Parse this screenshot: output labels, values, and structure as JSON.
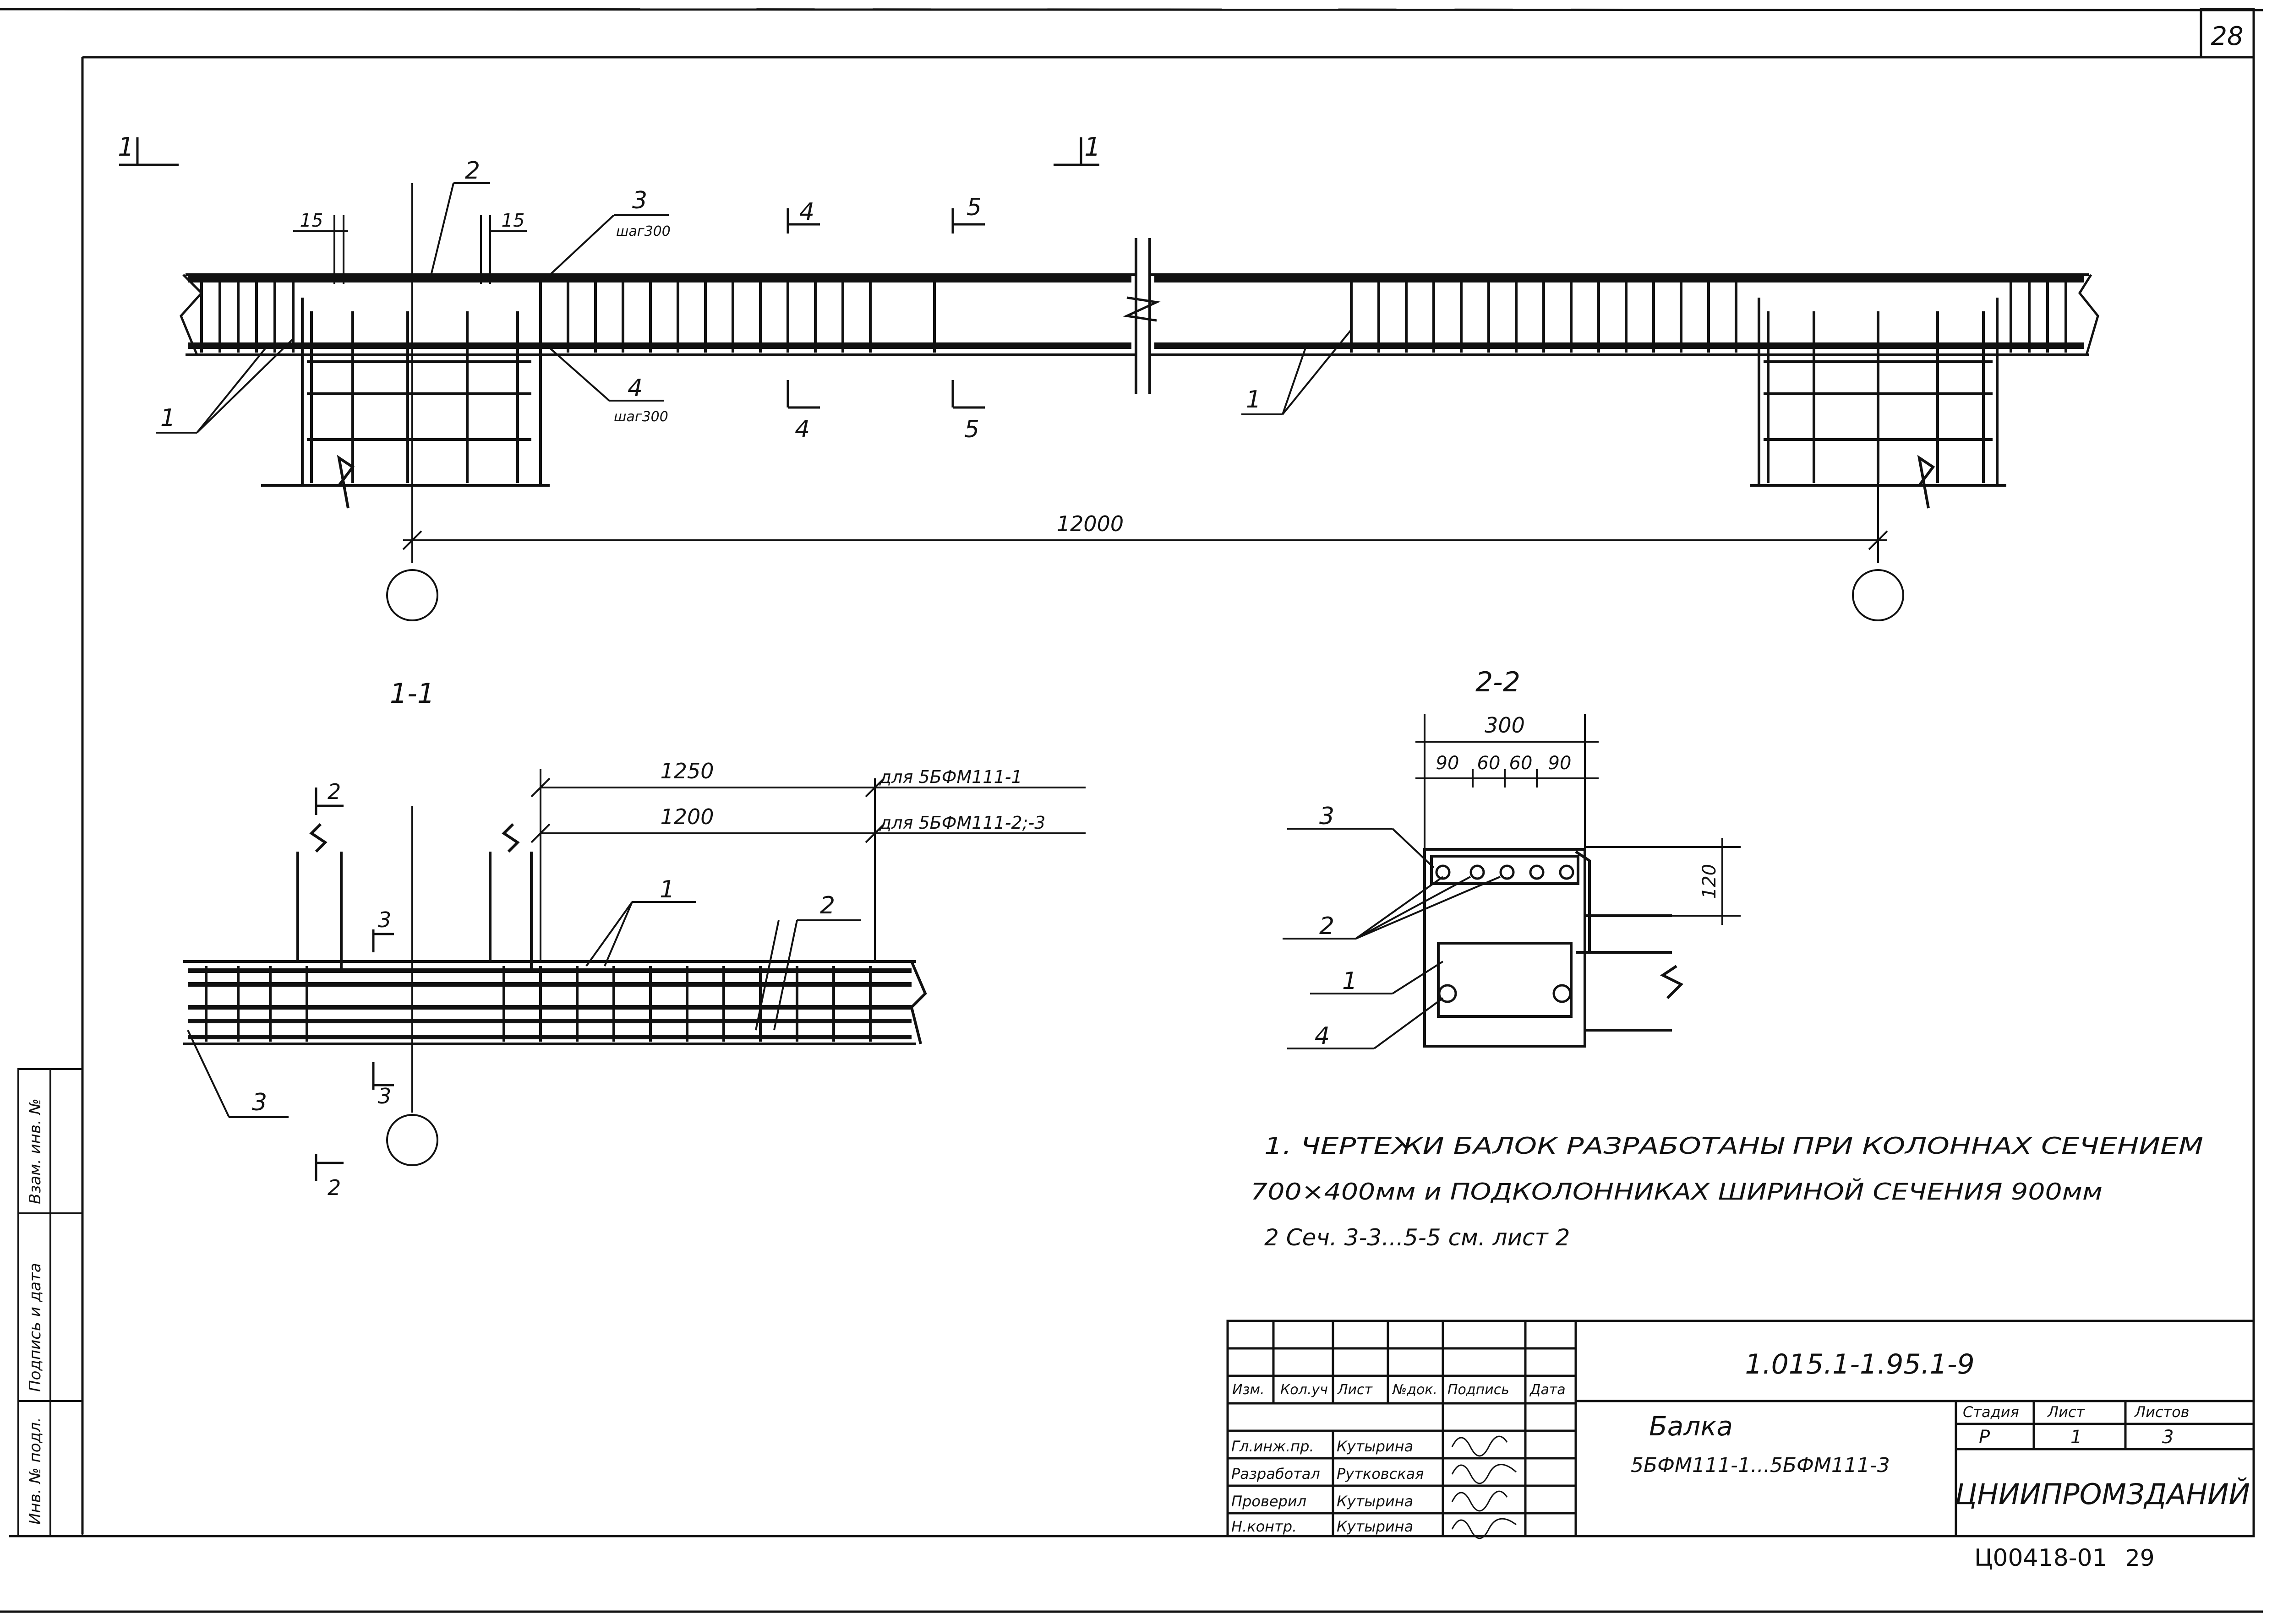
{
  "sheet": {
    "page_number": "28",
    "document_code": "1.015.1-1.95.1-9",
    "archive_code": "Ц00418-01",
    "archive_page": "29"
  },
  "elevation": {
    "section_marks": {
      "left": "1",
      "right": "1"
    },
    "callouts": {
      "c1_left": "1",
      "c1_right": "1",
      "c2": "2",
      "c3": "3",
      "c3_step": "шаг300",
      "c4": "4",
      "c4_step": "шаг300"
    },
    "cut_marks": {
      "cut4_top": "4",
      "cut4_bottom": "4",
      "cut5_top": "5",
      "cut5_bottom": "5"
    },
    "dims": {
      "d15_left": "15",
      "d15_right": "15",
      "span": "12000"
    }
  },
  "section_1_1": {
    "title": "1-1",
    "dim_1250": "1250",
    "dim_1200": "1200",
    "note_1250": "для 5БФМ111-1",
    "note_1200": "для 5БФМ111-2;-3",
    "callouts": {
      "c1": "1",
      "c2": "2",
      "c3": "3"
    },
    "cut_marks": {
      "cut2_top": "2",
      "cut2_bottom": "2",
      "cut3_top": "3",
      "cut3_bottom": "3"
    }
  },
  "section_2_2": {
    "title": "2-2",
    "dim_300": "300",
    "dims_small": [
      "90",
      "60",
      "60",
      "90"
    ],
    "dim_120": "120",
    "callouts": {
      "c3": "3",
      "c2": "2",
      "c1": "1",
      "c4": "4"
    }
  },
  "notes": {
    "line1": "1. ЧЕРТЕЖИ БАЛОК РАЗРАБОТАНЫ ПРИ КОЛОННАХ СЕЧЕНИЕМ",
    "line2": "700×400мм и ПОДКОЛОННИКАХ ШИРИНОЙ СЕЧЕНИЯ 900мм",
    "line3": "2 Сеч. 3-3...5-5 см. лист 2"
  },
  "title_block": {
    "headers": [
      "Изм.",
      "Кол.уч",
      "Лист",
      "№док.",
      "Подпись",
      "Дата"
    ],
    "roles": [
      {
        "role": "Гл.инж.пр.",
        "name": "Кутырина"
      },
      {
        "role": "Разработал",
        "name": "Рутковская"
      },
      {
        "role": "Проверил",
        "name": "Кутырина"
      },
      {
        "role": "Н.контр.",
        "name": "Кутырина"
      }
    ],
    "object_name": "Балка",
    "object_marks": "5БФМ111-1...5БФМ111-3",
    "stage_label": "Стадия",
    "sheet_label": "Лист",
    "sheets_label": "Листов",
    "stage": "Р",
    "sheet": "1",
    "sheets": "3",
    "organization": "ЦНИИПРОМЗДАНИЙ"
  },
  "margin_stamp": [
    "Инв. № подл.",
    "Подпись и дата",
    "Взам. инв. №"
  ]
}
